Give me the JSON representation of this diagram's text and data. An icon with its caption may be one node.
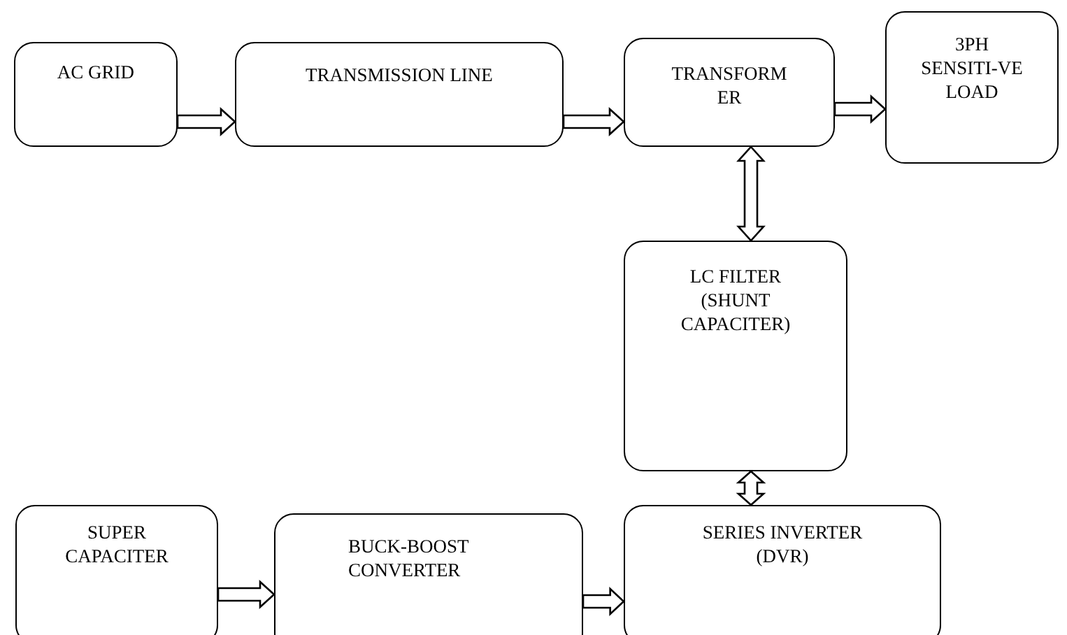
{
  "diagram": {
    "nodes": [
      {
        "text": [
          "AC GRID"
        ]
      },
      {
        "text": [
          "TRANSMISSION LINE"
        ]
      },
      {
        "text": [
          "TRANSFORM ER"
        ]
      },
      {
        "text": [
          "3PH SENSITI-VE LOAD"
        ]
      },
      {
        "text": [
          "LC FILTER (SHUNT CAPACITER)"
        ]
      },
      {
        "text": [
          "SUPER CAPACITER"
        ]
      },
      {
        "text": [
          "BUCK-BOOST CONVERTER"
        ]
      },
      {
        "text": [
          "SERIES INVERTER (DVR)"
        ]
      }
    ],
    "edges": [
      {
        "from": 0,
        "to": 1,
        "arrow": "to"
      },
      {
        "from": 1,
        "to": 2,
        "arrow": "to"
      },
      {
        "from": 2,
        "to": 3,
        "arrow": "to"
      },
      {
        "from": 2,
        "to": 4,
        "arrow": "both"
      },
      {
        "from": 4,
        "to": 7,
        "arrow": "both"
      },
      {
        "from": 5,
        "to": 6,
        "arrow": "to"
      },
      {
        "from": 6,
        "to": 7,
        "arrow": "to"
      }
    ]
  }
}
